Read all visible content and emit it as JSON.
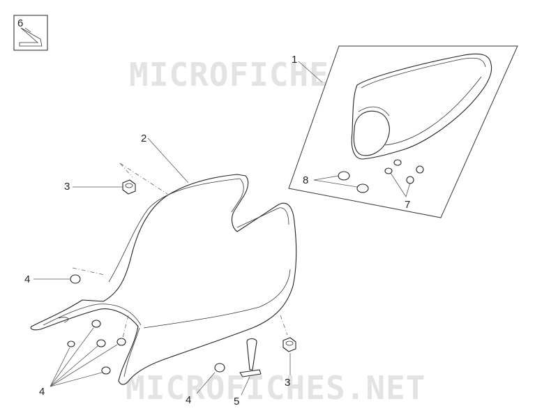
{
  "watermark": {
    "top": "MICROFICHES.NET",
    "bottom": "MICROFICHES.NET"
  },
  "callouts": {
    "c1": "1",
    "c2": "2",
    "c3_left": "3",
    "c3_right": "3",
    "c4_left": "4",
    "c4_group": "4",
    "c4_bottom": "4",
    "c5": "5",
    "c6": "6",
    "c7": "7",
    "c8": "8"
  },
  "parts": {
    "p1": "passenger-seat-cowl-icon",
    "p2": "rider-seat-icon",
    "p3": "nut-icon",
    "p4": "rubber-buffer-icon",
    "p5": "seat-lock-tab-icon",
    "p6": "allen-key-icon",
    "p7": "cowl-buffer-icon",
    "p8": "cowl-pad-icon"
  }
}
